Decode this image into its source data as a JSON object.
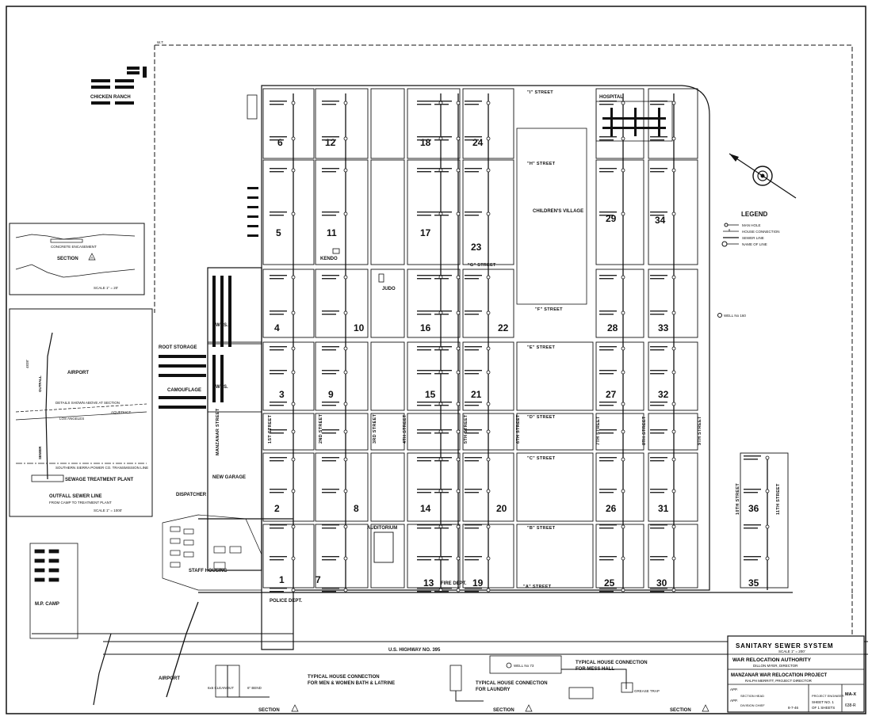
{
  "title_block": {
    "title": "SANITARY SEWER SYSTEM",
    "scale": "SCALE 1\" = 200'",
    "agency": "WAR RELOCATION AUTHORITY",
    "director": "DILLON MYER, DIRECTOR",
    "project": "MANZANAR WAR RELOCATION PROJECT",
    "project_director": "RALPH MERRITT, PROJECT DIRECTOR",
    "sheet": "SHEET NO. 1",
    "sheet_of": "OF 1 SHEETS",
    "drawing_no": "MA-X",
    "drawing_code": "638-R",
    "date": "8-7-46",
    "section_head": "SECTION HEAD",
    "division_chief": "DIVISION CHIEF",
    "project_engineer": "PROJECT ENGINEER",
    "app1": "APP.",
    "app2": "APP."
  },
  "legend": {
    "title": "LEGEND",
    "items": [
      "MAN HOLE",
      "HOUSE CONNECTION",
      "SEWER LINE",
      "NAME OF LINE"
    ]
  },
  "blocks": [
    "1",
    "2",
    "3",
    "4",
    "5",
    "6",
    "7",
    "8",
    "9",
    "10",
    "11",
    "12",
    "13",
    "14",
    "15",
    "16",
    "17",
    "18",
    "19",
    "20",
    "21",
    "22",
    "23",
    "24",
    "25",
    "26",
    "27",
    "28",
    "29",
    "30",
    "31",
    "32",
    "33",
    "34",
    "35",
    "36"
  ],
  "streets": {
    "i": "\"I\" STREET",
    "h": "\"H\" STREET",
    "g": "\"G\" STREET",
    "f": "\"F\" STREET",
    "e": "\"E\" STREET",
    "d": "\"D\" STREET",
    "c": "\"C\" STREET",
    "b": "\"B\" STREET",
    "a": "\"A\" STREET",
    "first": "1ST STREET",
    "second": "2ND STREET",
    "third": "3RD STREET",
    "fourth": "4TH STREET",
    "fifth": "5TH STREET",
    "sixth": "6TH STREET",
    "seventh": "7TH STREET",
    "eighth": "8TH STREET",
    "ninth": "9TH STREET",
    "tenth": "10TH STREET",
    "eleventh": "11TH STREET",
    "manzanar": "MANZANAR STREET",
    "highway": "U.S. HIGHWAY NO. 395"
  },
  "places": {
    "chicken_ranch": "CHICKEN RANCH",
    "hospital": "HOSPITAL",
    "childrens_village": "CHILDREN'S VILLAGE",
    "judo": "JUDO",
    "kendo": "KENDO",
    "root_storage": "ROOT STORAGE",
    "camouflage": "CAMOUFLAGE",
    "whs1": "WHS.",
    "whs2": "WHS.",
    "new_garage": "NEW GARAGE",
    "dispatcher": "DISPATCHER",
    "staff_housing": "STAFF HOUSING",
    "police": "POLICE DEPT.",
    "fire": "FIRE DEPT.",
    "auditorium": "AUDITORIUM",
    "mp_camp": "M.P. CAMP",
    "airport_bottom": "AIRPORT",
    "well_160": "WELL No 160",
    "well_73": "WELL No 73",
    "wt": "W.T."
  },
  "inset_section": {
    "label": "SECTION",
    "mark": "A",
    "scale": "SCALE 1\" = 20'",
    "note1": "CONCRETE ENCASEMENT"
  },
  "inset_outfall": {
    "airport": "AIRPORT",
    "details": "DETAILS SHOWN ABOVE AT SECTION",
    "outfall": "OUTFALL",
    "sewer": "SEWER",
    "los_angeles": "LOS ANGELES",
    "aqueduct": "AQUEDUCT",
    "power": "SOUTHERN SIERRA POWER CO. TRANSMISSION LINE",
    "plant": "SEWAGE TREATMENT PLANT",
    "caption1": "OUTFALL SEWER LINE",
    "caption2": "FROM CAMP TO TREATMENT PLANT",
    "scale": "SCALE 1\" = 1000'",
    "dim": "4838'"
  },
  "details_bottom": {
    "bath_title1": "TYPICAL HOUSE CONNECTION",
    "bath_title2": "FOR MEN & WOMEN BATH & LATRINE",
    "laundry_title1": "TYPICAL HOUSE CONNECTION",
    "laundry_title2": "FOR LAUNDRY",
    "mess_title1": "TYPICAL HOUSE CONNECTION",
    "mess_title2": "FOR MESS HALL",
    "section_label": "SECTION",
    "grease_trap": "GREASE TRAP",
    "cleanout": "6x6 CLEANOUT",
    "bend": "6\" BEND"
  }
}
